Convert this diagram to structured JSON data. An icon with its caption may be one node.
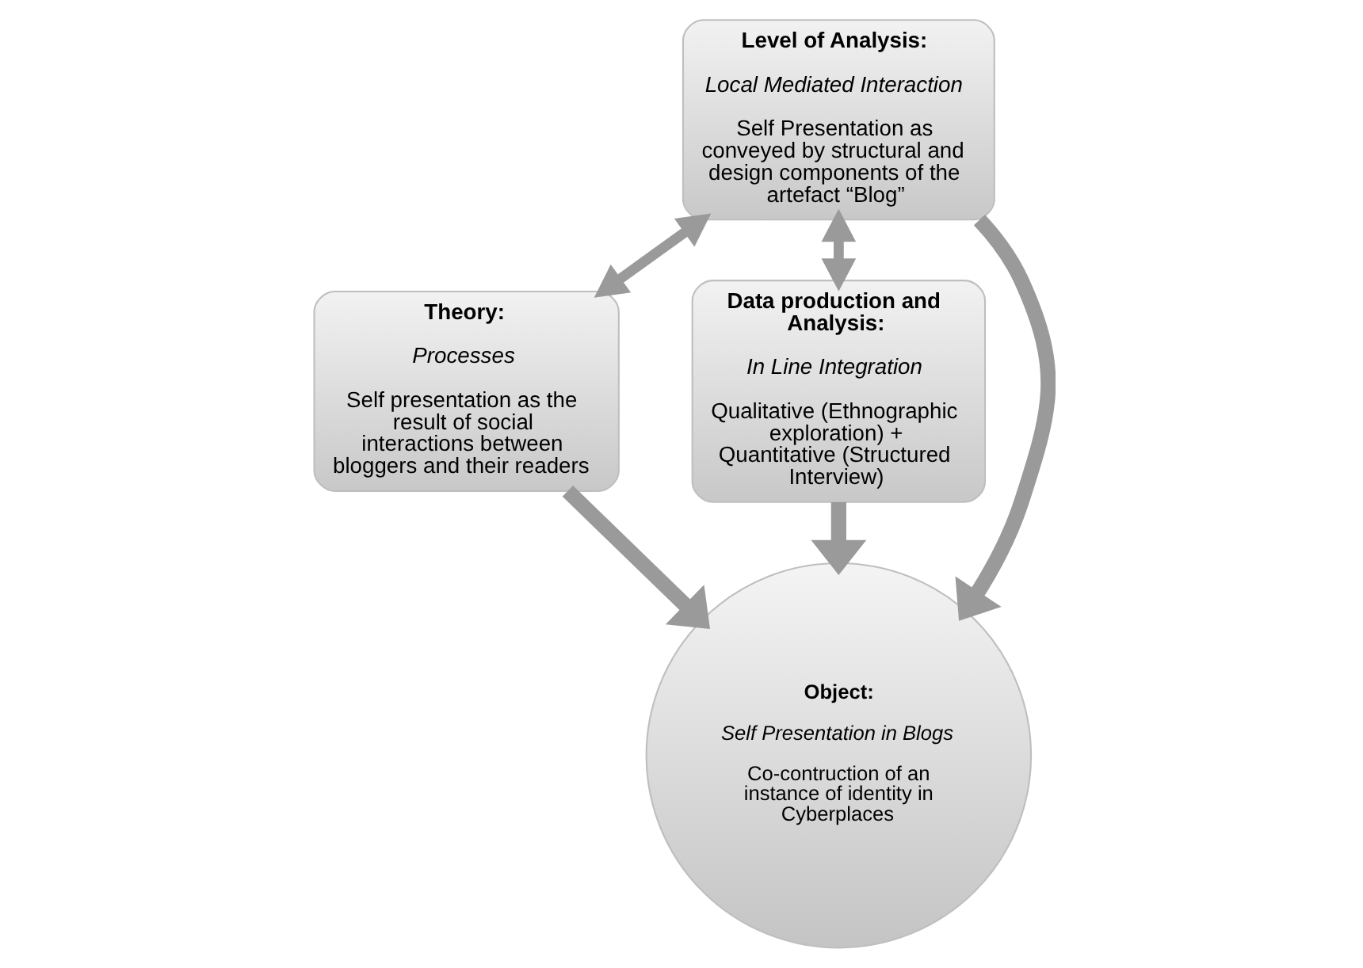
{
  "diagram": {
    "nodes": [
      {
        "text": [
          "Level of Analysis:",
          "Local Mediated Interaction",
          "Self Presentation as conveyed by structural and design components of the artefact “Blog”"
        ]
      },
      {
        "text": [
          "Theory:",
          "Processes",
          "Self presentation as the result of social interactions between bloggers and their readers"
        ]
      },
      {
        "text": [
          "Data production and Analysis:",
          "In Line Integration",
          "Qualitative (Ethnographic exploration) + Quantitative (Structured Interview)"
        ]
      },
      {
        "text": [
          "Object:",
          "Self Presentation in Blogs",
          "Co-contruction of an instance of identity in Cyberplaces"
        ]
      }
    ],
    "edges": [
      {
        "from": 0,
        "to": 1,
        "arrow": "both"
      },
      {
        "from": 0,
        "to": 2,
        "arrow": "both"
      },
      {
        "from": 0,
        "to": 3,
        "arrow": "to"
      },
      {
        "from": 1,
        "to": 3,
        "arrow": "to"
      },
      {
        "from": 2,
        "to": 3,
        "arrow": "to"
      }
    ]
  }
}
